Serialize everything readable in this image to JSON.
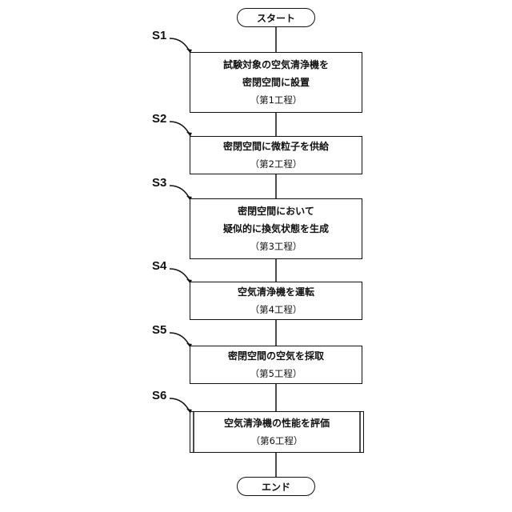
{
  "start": "スタート",
  "end": "エンド",
  "steps": [
    {
      "id": "S1",
      "lines": [
        "試験対象の空気清浄機を",
        "密閉空間に設置"
      ],
      "sub": "（第1工程）"
    },
    {
      "id": "S2",
      "lines": [
        "密閉空間に微粒子を供給"
      ],
      "sub": "（第2工程）"
    },
    {
      "id": "S3",
      "lines": [
        "密閉空間において",
        "疑似的に換気状態を生成"
      ],
      "sub": "（第3工程）"
    },
    {
      "id": "S4",
      "lines": [
        "空気清浄機を運転"
      ],
      "sub": "（第4工程）"
    },
    {
      "id": "S5",
      "lines": [
        "密閉空間の空気を採取"
      ],
      "sub": "（第5工程）"
    },
    {
      "id": "S6",
      "lines": [
        "空気清浄機の性能を評価"
      ],
      "sub": "（第6工程）"
    }
  ]
}
